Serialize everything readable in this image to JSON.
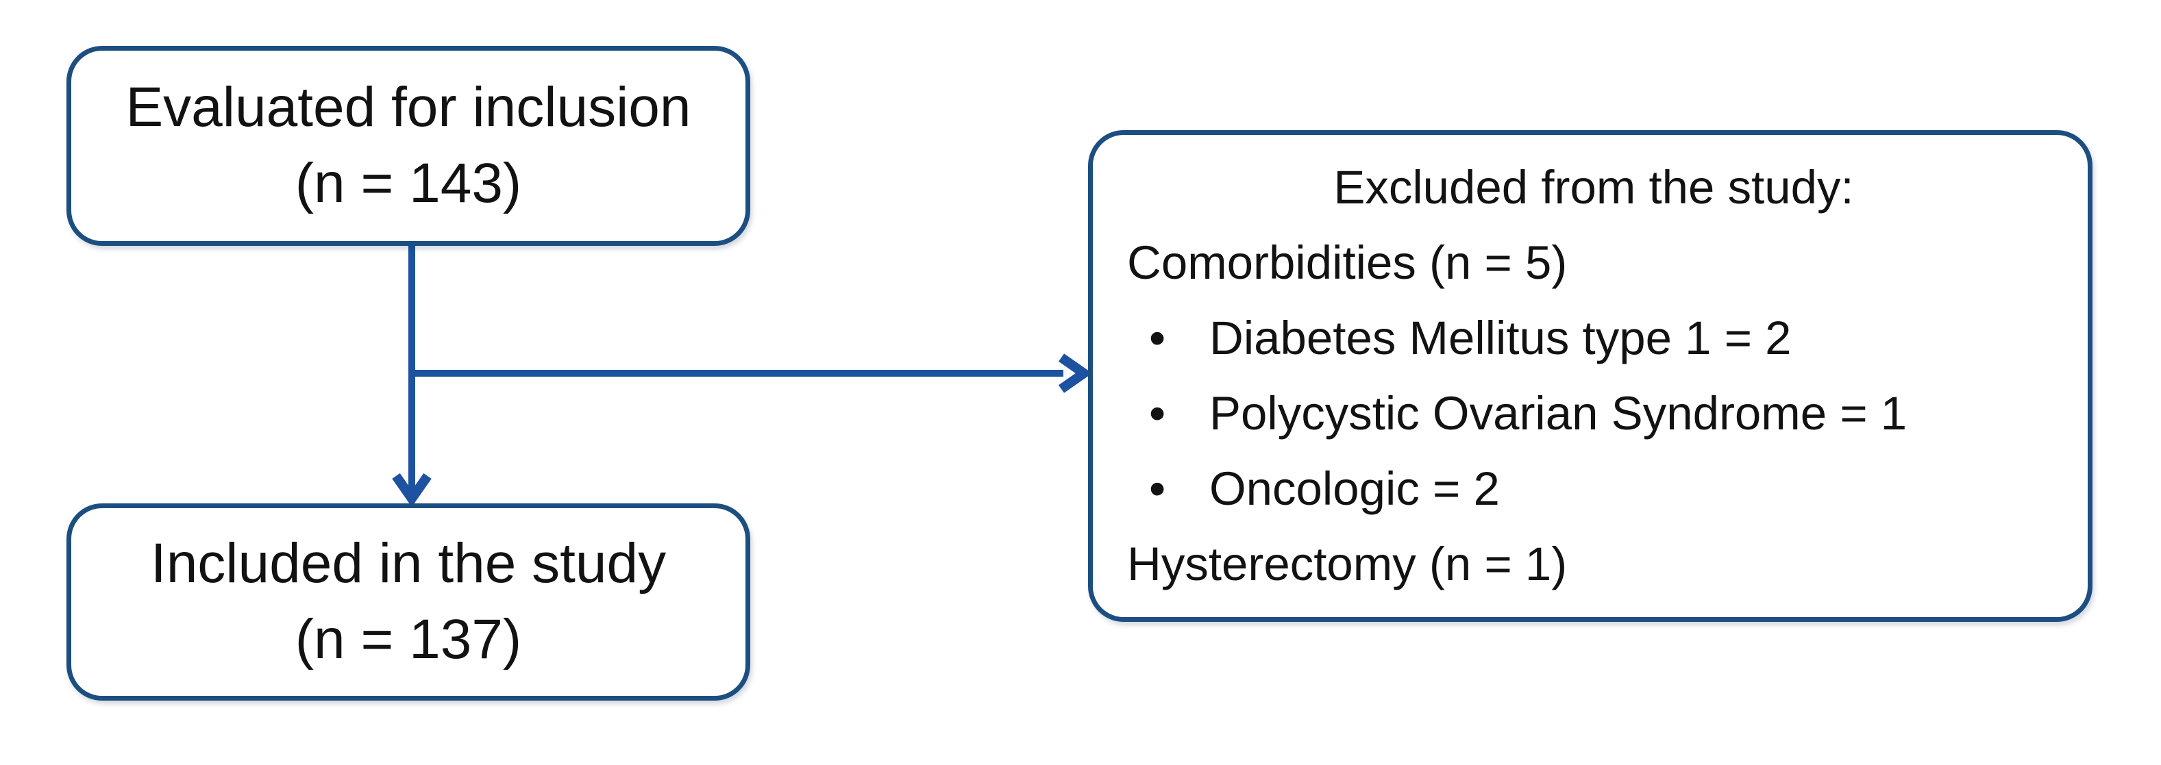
{
  "diagram": {
    "colors": {
      "background": "#ffffff",
      "box_border": "#1C4E80",
      "arrow": "#1C52A0",
      "text": "#121212"
    },
    "bullet_glyph": "•",
    "boxes": {
      "evaluated": {
        "line1": "Evaluated for inclusion",
        "line2": "(n = 143)"
      },
      "included": {
        "line1": "Included in the study",
        "line2": "(n = 137)"
      },
      "excluded": {
        "title": "Excluded from the study:",
        "group1_label": "Comorbidities (n = 5)",
        "bullets": [
          "Diabetes Mellitus type 1 = 2",
          "Polycystic Ovarian Syndrome = 1",
          "Oncologic = 2"
        ],
        "group2_label": "Hysterectomy (n = 1)"
      }
    }
  }
}
